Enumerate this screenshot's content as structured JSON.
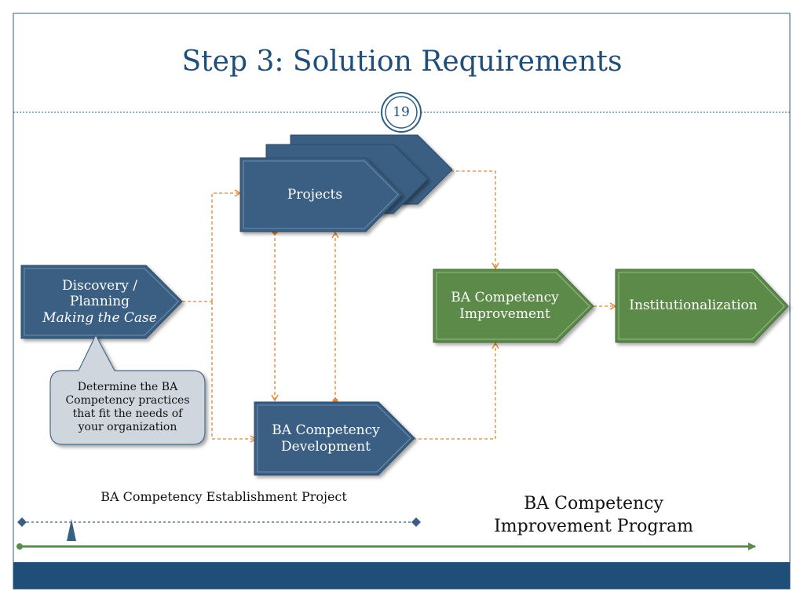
{
  "slide": {
    "title": "Step 3: Solution Requirements",
    "page_number": "19"
  },
  "diagram": {
    "projects_label": "Projects",
    "discovery_label": "Discovery /\nPlanning",
    "discovery_subtitle": "Making the Case",
    "callout_text": "Determine the BA\nCompetency practices\nthat fit the needs of\nyour organization",
    "development_label": "BA Competency\nDevelopment",
    "improvement_label": "BA Competency\nImprovement",
    "institutionalization_label": "Institutionalization",
    "establishment_project_label": "BA Competency Establishment Project",
    "program_label": "BA Competency\nImprovement Program"
  },
  "colors": {
    "frame_border": "#2e5d82",
    "navy_shape": "#3b5f82",
    "green_shape": "#5b8a4a",
    "connector": "#e8842c",
    "program_line": "#5b8a4a",
    "footer_band": "#1f4e79",
    "callout_fill": "#cfd6de"
  }
}
